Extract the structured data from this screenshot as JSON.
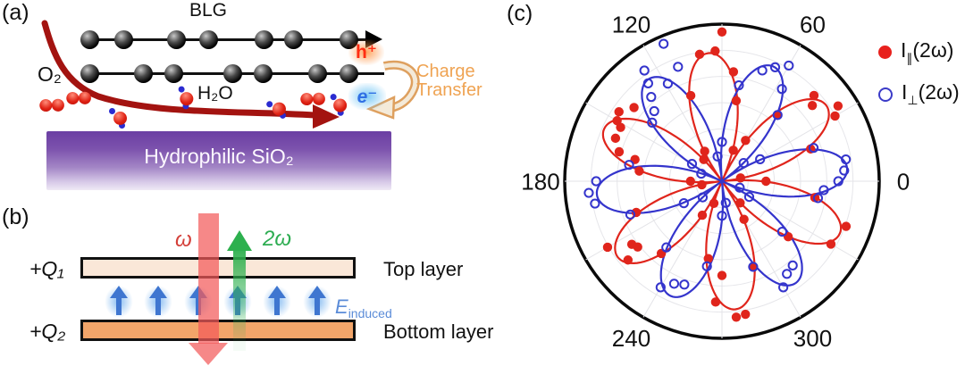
{
  "figure": {
    "panel_a": {
      "label": "(a)",
      "blg_label": "BLG",
      "o2_label": "O₂",
      "h2o_label": "H₂O",
      "hole_label": "h⁺",
      "electron_label": "e⁻",
      "charge_transfer_line1": "Charge",
      "charge_transfer_line2": "Transfer",
      "substrate_label": "Hydrophilic SiO₂"
    },
    "panel_b": {
      "label": "(b)",
      "omega_label": "ω",
      "two_omega_label": "2ω",
      "q1_label": "+Q₁",
      "q2_label": "+Q₂",
      "top_layer_label": "Top layer",
      "bottom_layer_label": "Bottom layer",
      "e_induced_base": "E",
      "e_induced_sub": "induced"
    },
    "panel_c": {
      "label": "(c)",
      "legend": [
        {
          "base": "I",
          "sub": "∥",
          "suffix": "(2ω)",
          "marker": "filled-circle",
          "color": "#e8211d"
        },
        {
          "base": "I",
          "sub": "⊥",
          "suffix": "(2ω)",
          "marker": "open-circle",
          "color": "#3b3bc8"
        }
      ]
    }
  },
  "colors": {
    "red_series": "#e0251c",
    "blue_series": "#3434cc",
    "dark_red_arrow": "#a31310",
    "orange_text": "#efa352",
    "purple_substrate_top": "#6b3fa3",
    "beam_red": "#f35a5a",
    "shg_green": "#2db04e",
    "field_blue": "#3f76d0"
  },
  "chart_data": {
    "type": "scatter",
    "subtype": "polar-rose",
    "title": "",
    "angle_unit": "degrees",
    "angle_direction": "counterclockwise",
    "zero_at": "right",
    "r_max": 1.0,
    "grid": {
      "rings": 6,
      "spoke_step_deg": 30
    },
    "tick_labels": [
      {
        "label": "0",
        "angle": 0
      },
      {
        "label": "60",
        "angle": 60
      },
      {
        "label": "120",
        "angle": 120
      },
      {
        "label": "180",
        "angle": 180
      },
      {
        "label": "240",
        "angle": 240
      },
      {
        "label": "300",
        "angle": 300
      }
    ],
    "series": [
      {
        "name": "I∥(2ω)",
        "marker": "filled-circle",
        "color": "#e0251c",
        "fit": {
          "form": "r = A·|cos(3(θ−φ))|",
          "A": 0.82,
          "phi_deg": 36,
          "petals": 6
        },
        "points": [
          [
            0,
            0.28
          ],
          [
            10,
            0.12
          ],
          [
            20,
            0.6
          ],
          [
            30,
            0.83
          ],
          [
            33,
            0.88
          ],
          [
            40,
            0.75
          ],
          [
            43,
            0.8
          ],
          [
            50,
            0.55
          ],
          [
            60,
            0.3
          ],
          [
            70,
            0.21
          ],
          [
            80,
            0.52
          ],
          [
            84,
            0.7
          ],
          [
            90,
            0.95
          ],
          [
            93,
            0.83
          ],
          [
            100,
            0.82
          ],
          [
            110,
            0.58
          ],
          [
            120,
            0.22
          ],
          [
            130,
            0.18
          ],
          [
            140,
            0.73
          ],
          [
            146,
            0.79
          ],
          [
            150,
            0.77
          ],
          [
            152,
            0.73
          ],
          [
            158,
            0.73
          ],
          [
            164,
            0.68
          ],
          [
            166,
            0.57
          ],
          [
            173,
            0.53
          ],
          [
            180,
            0.2
          ],
          [
            190,
            0.13
          ],
          [
            200,
            0.58
          ],
          [
            210,
            0.84
          ],
          [
            215,
            0.7
          ],
          [
            218,
            0.68
          ],
          [
            220,
            0.78
          ],
          [
            230,
            0.6
          ],
          [
            240,
            0.25
          ],
          [
            250,
            0.15
          ],
          [
            260,
            0.5
          ],
          [
            267,
            0.77
          ],
          [
            270,
            0.6
          ],
          [
            276,
            0.87
          ],
          [
            280,
            0.86
          ],
          [
            290,
            0.58
          ],
          [
            300,
            0.28
          ],
          [
            310,
            0.18
          ],
          [
            320,
            0.55
          ],
          [
            330,
            0.8
          ],
          [
            340,
            0.84
          ],
          [
            350,
            0.6
          ]
        ]
      },
      {
        "name": "I⊥(2ω)",
        "marker": "open-circle",
        "color": "#3434cc",
        "fit": {
          "form": "r = A·|cos(3(θ−φ))|",
          "A": 0.8,
          "phi_deg": 6,
          "petals": 6
        },
        "points": [
          [
            0,
            0.74
          ],
          [
            5,
            0.78
          ],
          [
            10,
            0.8
          ],
          [
            20,
            0.62
          ],
          [
            30,
            0.28
          ],
          [
            40,
            0.18
          ],
          [
            50,
            0.55
          ],
          [
            57,
            0.7
          ],
          [
            60,
            0.85
          ],
          [
            65,
            0.8
          ],
          [
            70,
            0.75
          ],
          [
            80,
            0.62
          ],
          [
            90,
            0.25
          ],
          [
            100,
            0.16
          ],
          [
            111,
            0.78
          ],
          [
            113,
            0.95
          ],
          [
            119,
            0.71
          ],
          [
            125,
            0.86
          ],
          [
            127,
            0.78
          ],
          [
            130,
            0.7
          ],
          [
            134,
            0.62
          ],
          [
            140,
            0.58
          ],
          [
            150,
            0.22
          ],
          [
            160,
            0.14
          ],
          [
            170,
            0.6
          ],
          [
            180,
            0.8
          ],
          [
            185,
            0.85
          ],
          [
            190,
            0.82
          ],
          [
            200,
            0.62
          ],
          [
            210,
            0.28
          ],
          [
            220,
            0.16
          ],
          [
            230,
            0.55
          ],
          [
            240,
            0.78
          ],
          [
            245,
            0.72
          ],
          [
            250,
            0.7
          ],
          [
            260,
            0.55
          ],
          [
            270,
            0.22
          ],
          [
            280,
            0.14
          ],
          [
            290,
            0.58
          ],
          [
            300,
            0.78
          ],
          [
            305,
            0.72
          ],
          [
            310,
            0.7
          ],
          [
            320,
            0.5
          ],
          [
            330,
            0.2
          ],
          [
            340,
            0.12
          ],
          [
            350,
            0.62
          ],
          [
            355,
            0.65
          ]
        ]
      }
    ]
  }
}
